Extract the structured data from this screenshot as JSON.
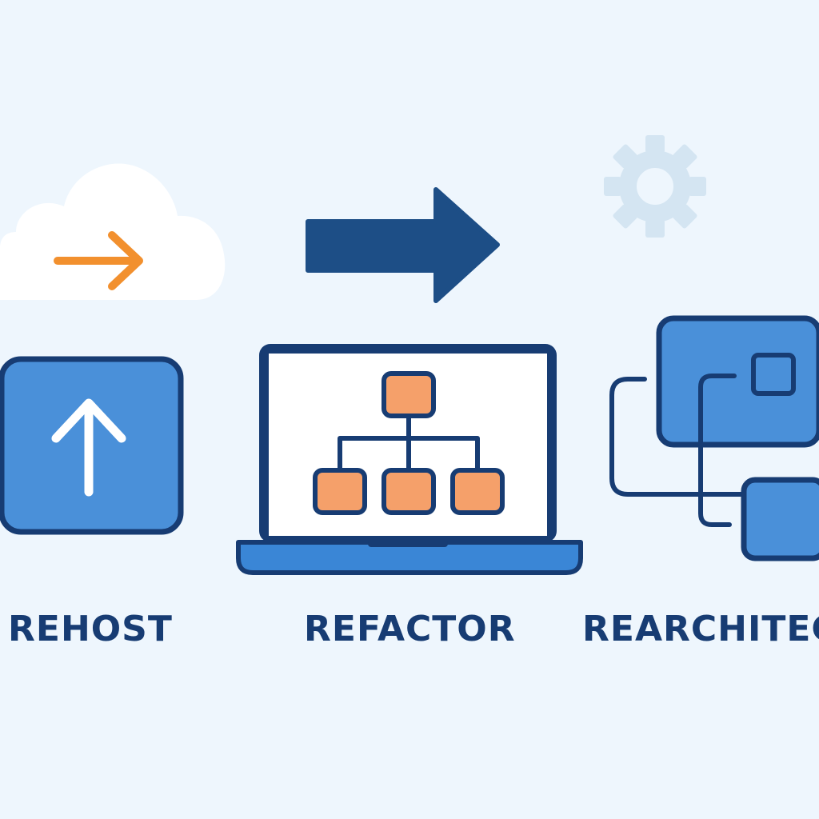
{
  "steps": [
    {
      "label": "REHOST",
      "icon": "upload-arrow-icon"
    },
    {
      "label": "REFACTOR",
      "icon": "laptop-hierarchy-icon"
    },
    {
      "label": "REARCHITEC",
      "icon": "connected-blocks-icon"
    }
  ],
  "decorations": [
    "cloud-icon",
    "orange-arrow-icon",
    "big-arrow-icon",
    "gear-icon"
  ],
  "colors": {
    "background": "#eef6fd",
    "navy": "#173c73",
    "blue": "#4a90d9",
    "bright_blue": "#3a86d6",
    "orange": "#f5a06a",
    "orange_arrow": "#f2902e",
    "gear": "#d4e5f2",
    "white": "#ffffff"
  }
}
